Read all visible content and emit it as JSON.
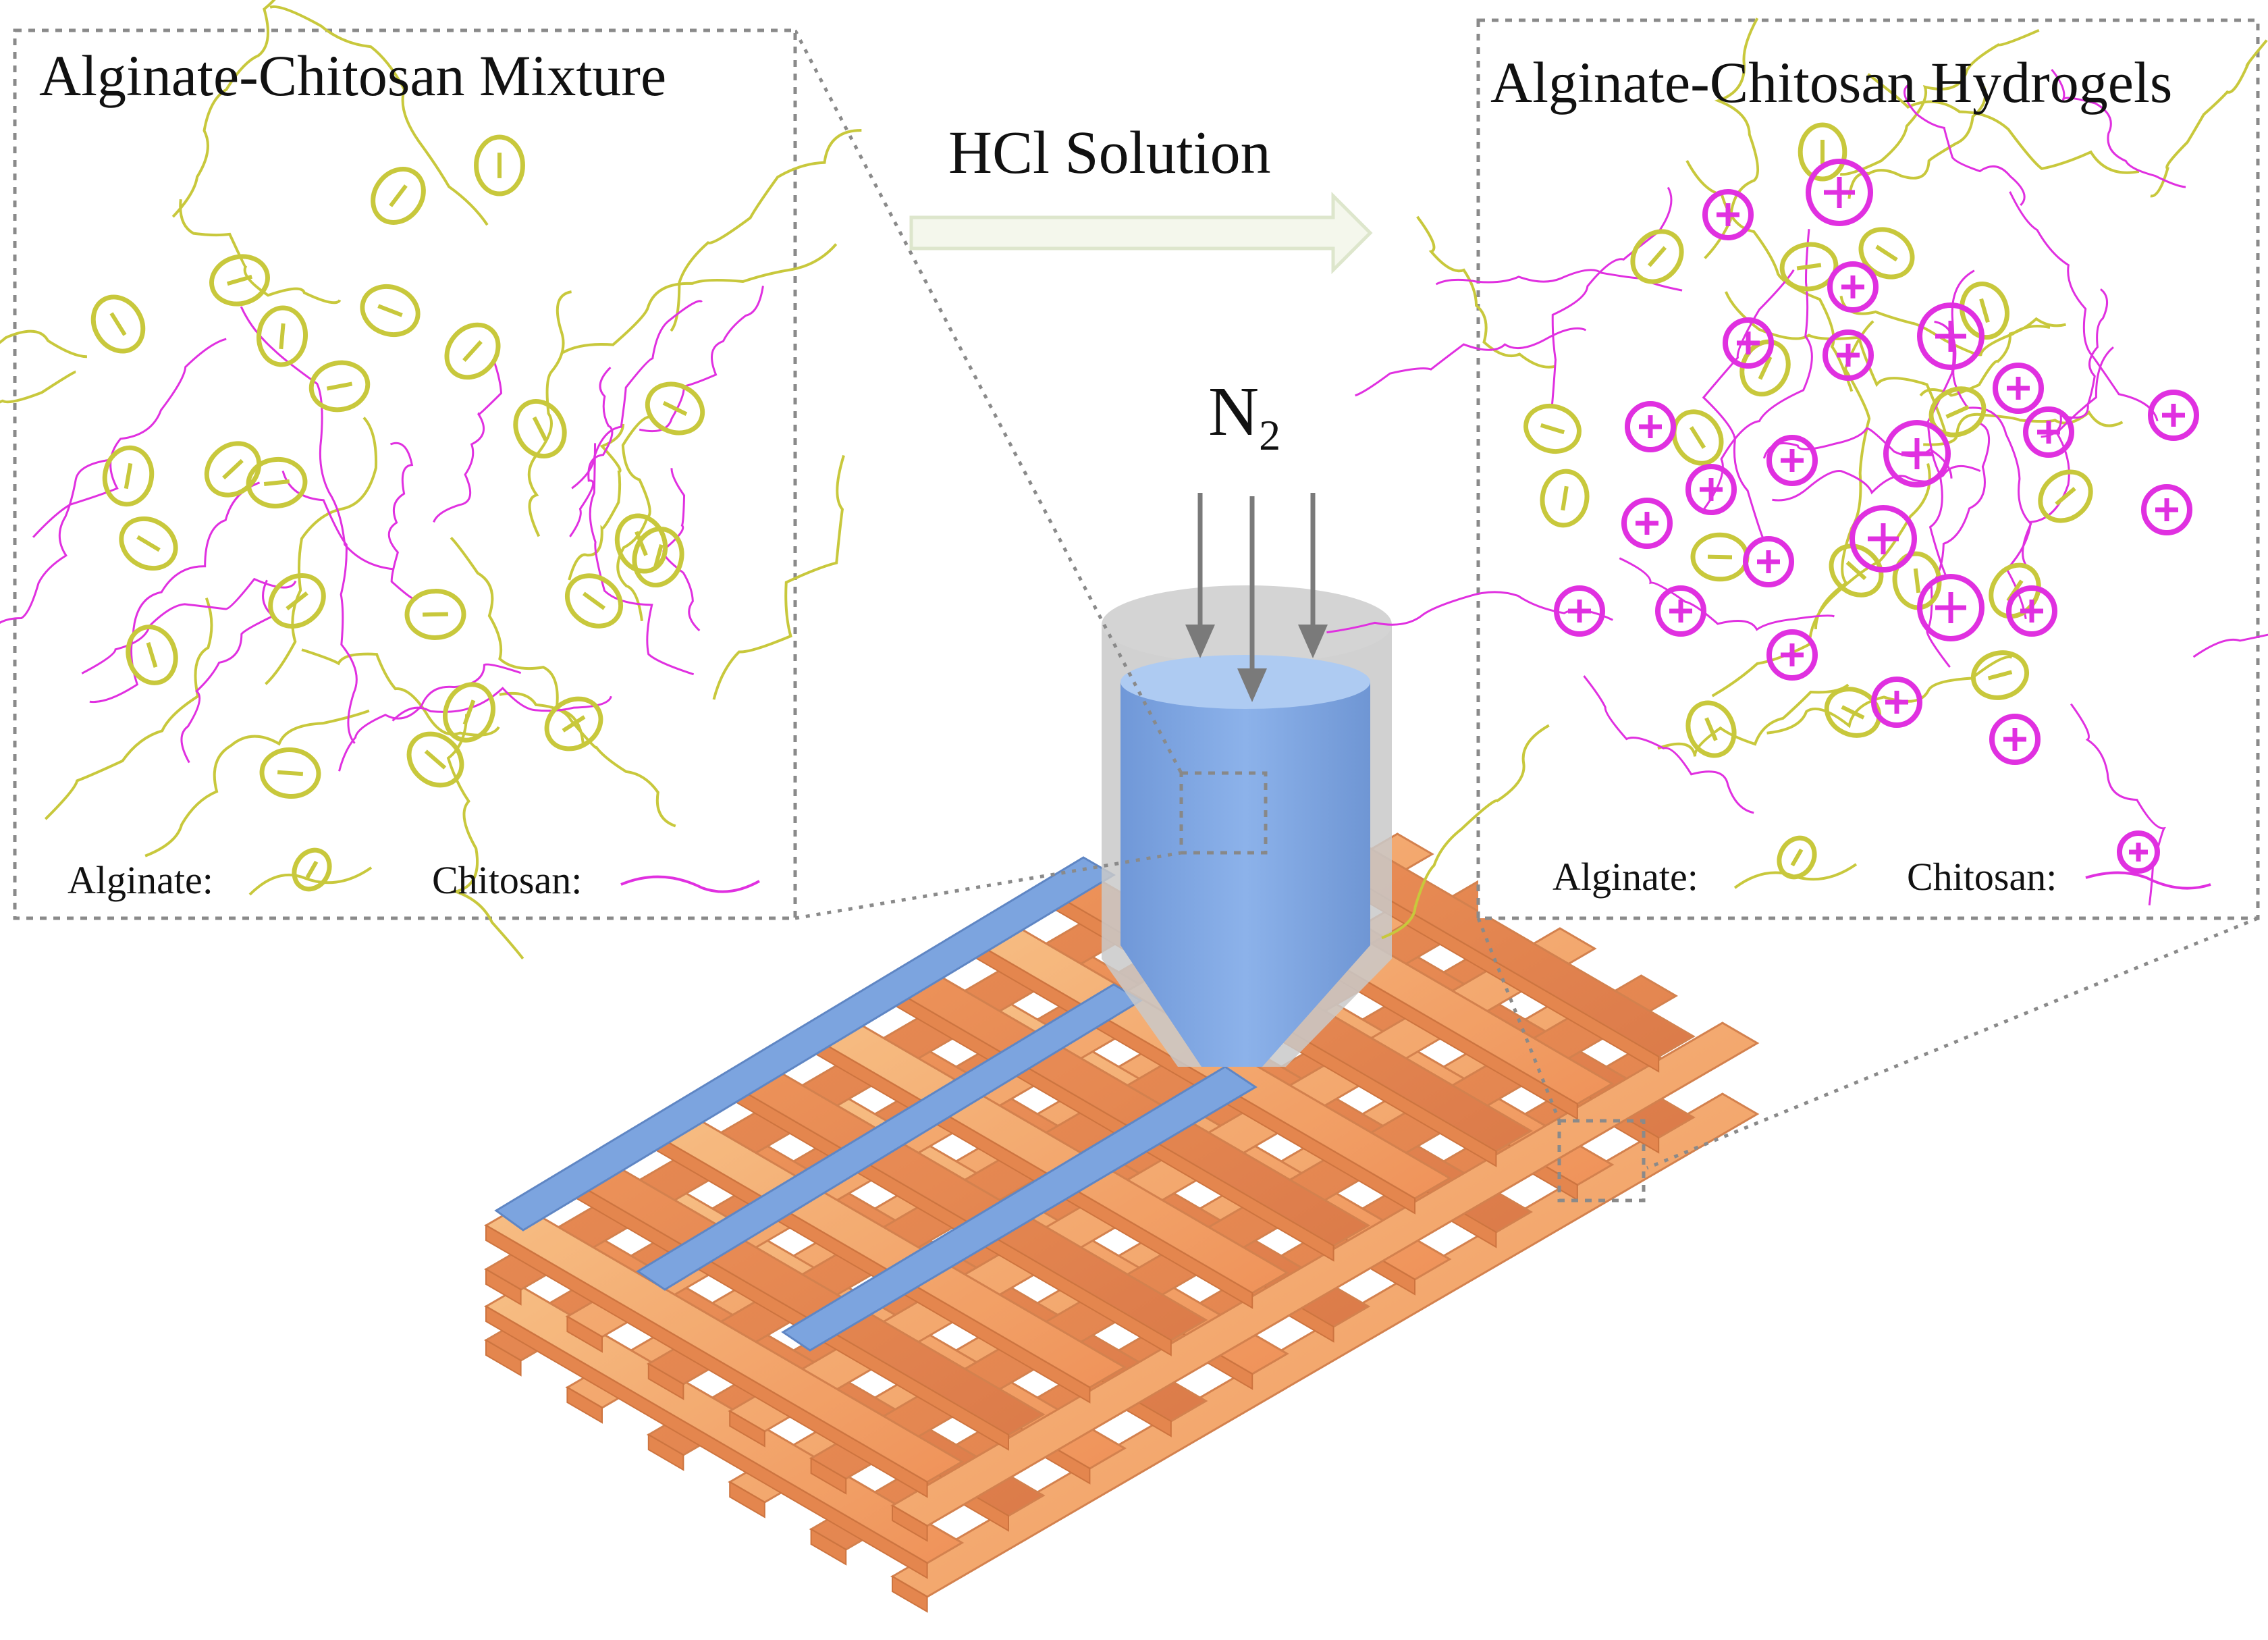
{
  "left_panel": {
    "title": "Alginate-Chitosan Mixture",
    "legend_alginate": "Alginate:",
    "legend_chitosan": "Chitosan:"
  },
  "right_panel": {
    "title": "Alginate-Chitosan Hydrogels",
    "legend_alginate": "Alginate:",
    "legend_chitosan": "Chitosan:"
  },
  "process": {
    "arrow_label": "HCl Solution",
    "gas": "N",
    "gas_subscript": "2"
  },
  "colors": {
    "alginate": "#c8c83c",
    "chitosan": "#e030e0",
    "nozzle": "#7fa7e0",
    "scaffold": "#f4a060",
    "dotted_border": "#888888"
  },
  "icons": {
    "alginate_symbol": "minus-in-circle",
    "chitosan_symbol": "plus-in-circle",
    "flow_arrows": "down-arrow"
  }
}
